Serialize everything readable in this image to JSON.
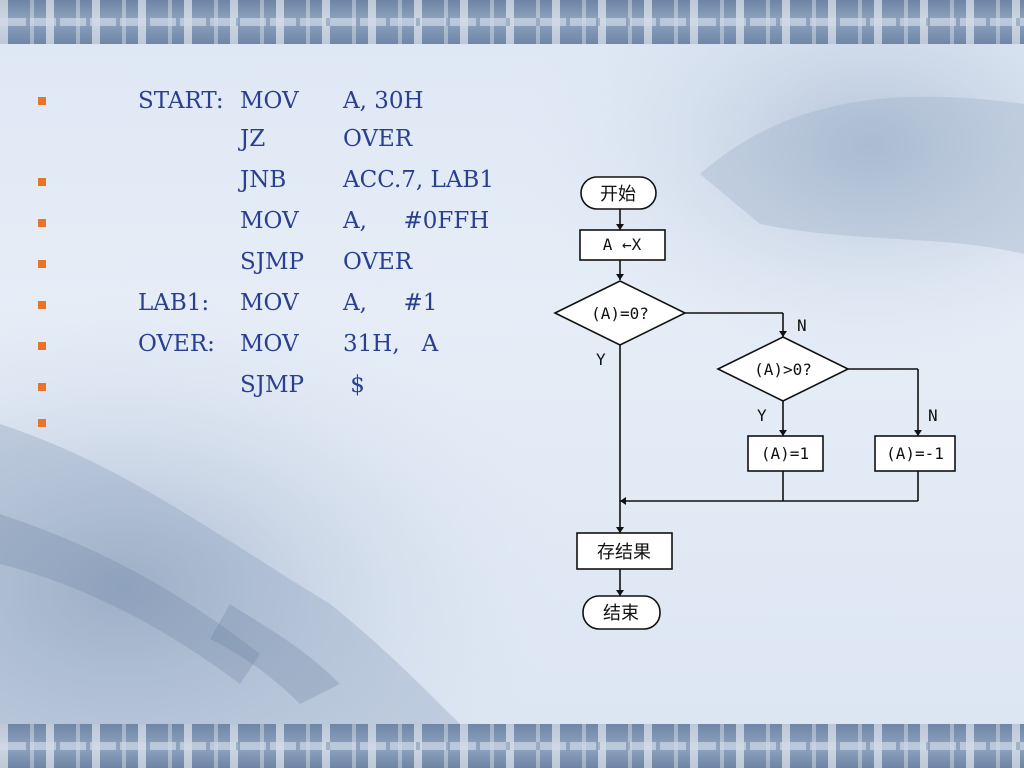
{
  "code": {
    "lines": [
      {
        "label": "START:",
        "op": "MOV",
        "args": "A, 30H",
        "bullet": true
      },
      {
        "label": "",
        "op": "JZ",
        "args": "OVER",
        "bullet": false
      },
      {
        "label": "",
        "op": "JNB",
        "args": "ACC.7, LAB1",
        "bullet": true
      },
      {
        "label": "",
        "op": "MOV",
        "args": "A,     #0FFH",
        "bullet": true
      },
      {
        "label": "",
        "op": "SJMP",
        "args": "OVER",
        "bullet": true
      },
      {
        "label": "LAB1:",
        "op": "MOV",
        "args": "A,     #1",
        "bullet": true
      },
      {
        "label": "OVER:",
        "op": "MOV",
        "args": "31H,   A",
        "bullet": true
      },
      {
        "label": "",
        "op": "SJMP",
        "args": " $",
        "bullet": true
      },
      {
        "label": "",
        "op": "",
        "args": "",
        "bullet": true
      }
    ]
  },
  "flowchart": {
    "start": "开始",
    "assign": "A ←X",
    "decision1": "(A)=0?",
    "decision2": "(A)>0?",
    "set_pos": "(A)=1",
    "set_neg": "(A)=-1",
    "store": "存结果",
    "end": "结束",
    "yes": "Y",
    "no": "N"
  }
}
